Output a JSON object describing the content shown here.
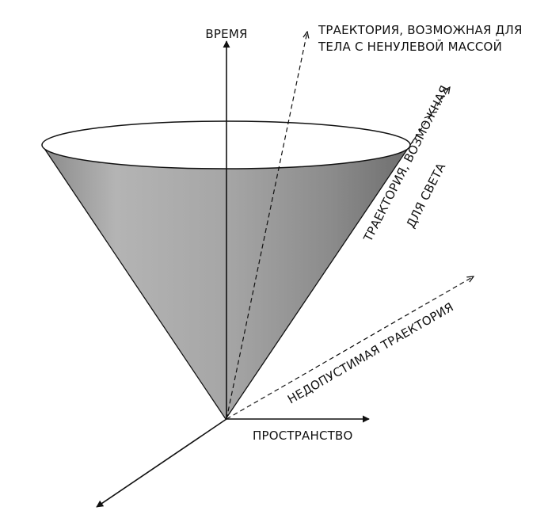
{
  "labels": {
    "time_axis": "ВРЕМЯ",
    "space_axis": "ПРОСТРАНСТВО",
    "massive_line1": "ТРАЕКТОРИЯ, ВОЗМОЖНАЯ ДЛЯ",
    "massive_line2": "ТЕЛА С НЕНУЛЕВОЙ МАССОЙ",
    "light_line1": "ТРАЕКТОРИЯ, ВОЗМОЖНАЯ",
    "light_line2": "ДЛЯ СВЕТА",
    "forbidden": "НЕДОПУСТИМАЯ ТРАЕКТОРИЯ"
  },
  "colors": {
    "ink": "#111111",
    "cone_light": "#e6e6e6",
    "cone_mid": "#a6a6a6",
    "cone_dark": "#767676"
  }
}
